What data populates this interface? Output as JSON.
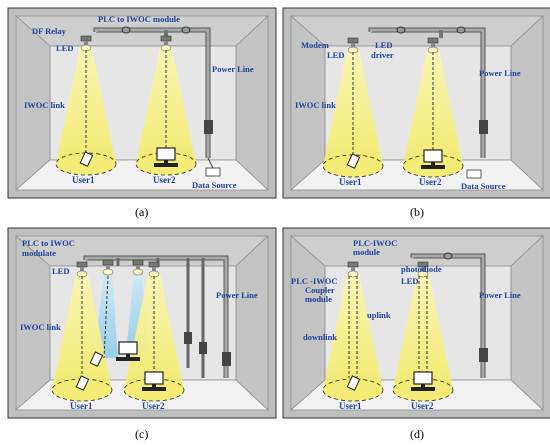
{
  "panels": [
    {
      "caption": "(a)",
      "labels": {
        "plc_module": "PLC to IWOC module",
        "df_relay": "DF Relay",
        "led": "LED",
        "power_line": "Power Line",
        "iwoc_link": "IWOC link",
        "user1": "User1",
        "user2": "User2",
        "data_source": "Data Source"
      }
    },
    {
      "caption": "(b)",
      "labels": {
        "modem": "Modem",
        "led": "LED",
        "led_driver_1": "LED",
        "led_driver_2": "driver",
        "power_line": "Power Line",
        "iwoc_link": "IWOC link",
        "user1": "User1",
        "user2": "User2",
        "data_source": "Data Source"
      }
    },
    {
      "caption": "(c)",
      "labels": {
        "plc_1": "PLC to IWOC",
        "plc_2": "modulate",
        "led": "LED",
        "power_line": "Power Line",
        "iwoc_link": "IWOC link",
        "user1": "User1",
        "user2": "User2"
      }
    },
    {
      "caption": "(d)",
      "labels": {
        "plc_iwoc_1": "PLC-IWOC",
        "plc_iwoc_2": "module",
        "coupler_1": "PLC -IWOC",
        "coupler_2": "Coupler",
        "coupler_3": "module",
        "photodiode": "photodiode",
        "led": "LED",
        "power_line": "Power Line",
        "downlink": "downlink",
        "uplink": "uplink",
        "user1": "User1",
        "user2": "User2"
      }
    }
  ],
  "colors": {
    "room": "#d6d6d6",
    "room_edge": "#8c8c8c",
    "light": "#f6f08a",
    "uplink_light": "#a9d8f0",
    "label_text": "#1f3f9a",
    "power_line": "#777777"
  }
}
